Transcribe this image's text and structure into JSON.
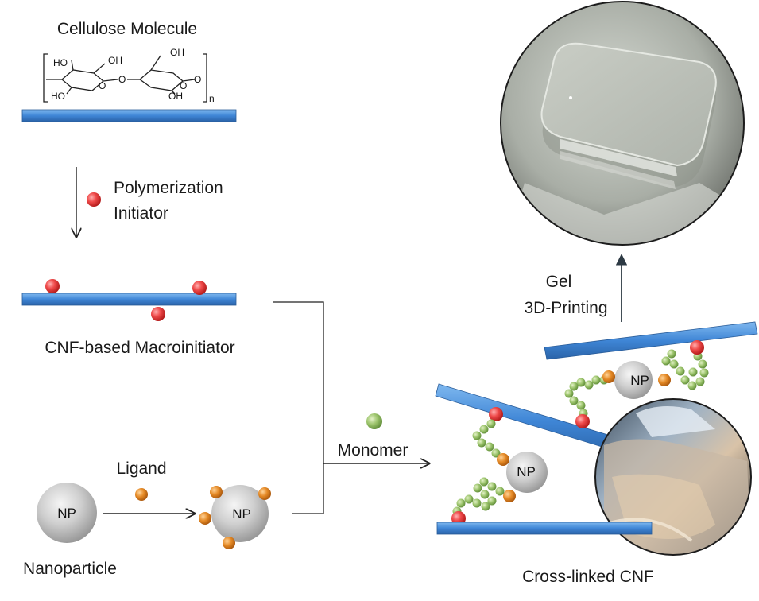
{
  "labels": {
    "cellulose_molecule": "Cellulose Molecule",
    "polymerization": "Polymerization",
    "initiator": "Initiator",
    "macroinitiator": "CNF-based Macroinitiator",
    "ligand": "Ligand",
    "nanoparticle": "Nanoparticle",
    "monomer": "Monomer",
    "gel": "Gel",
    "printing": "3D-Printing",
    "crosslinked": "Cross-linked CNF"
  },
  "structure": {
    "ho1": "HO",
    "oh1": "OH",
    "o_bridge": "O",
    "oh_top": "OH",
    "ring_o1": "O",
    "ring_o2": "O",
    "ho2": "HO",
    "oh2": "OH",
    "o_end": "O",
    "n": "n"
  },
  "np": {
    "np1": "NP",
    "np2": "NP",
    "np3": "NP",
    "np4": "NP"
  },
  "colors": {
    "fiber": "#4a90d9",
    "initiator": "#e23b3b",
    "ligand": "#e08a2a",
    "monomer": "#8db560",
    "arrow": "#222222"
  }
}
